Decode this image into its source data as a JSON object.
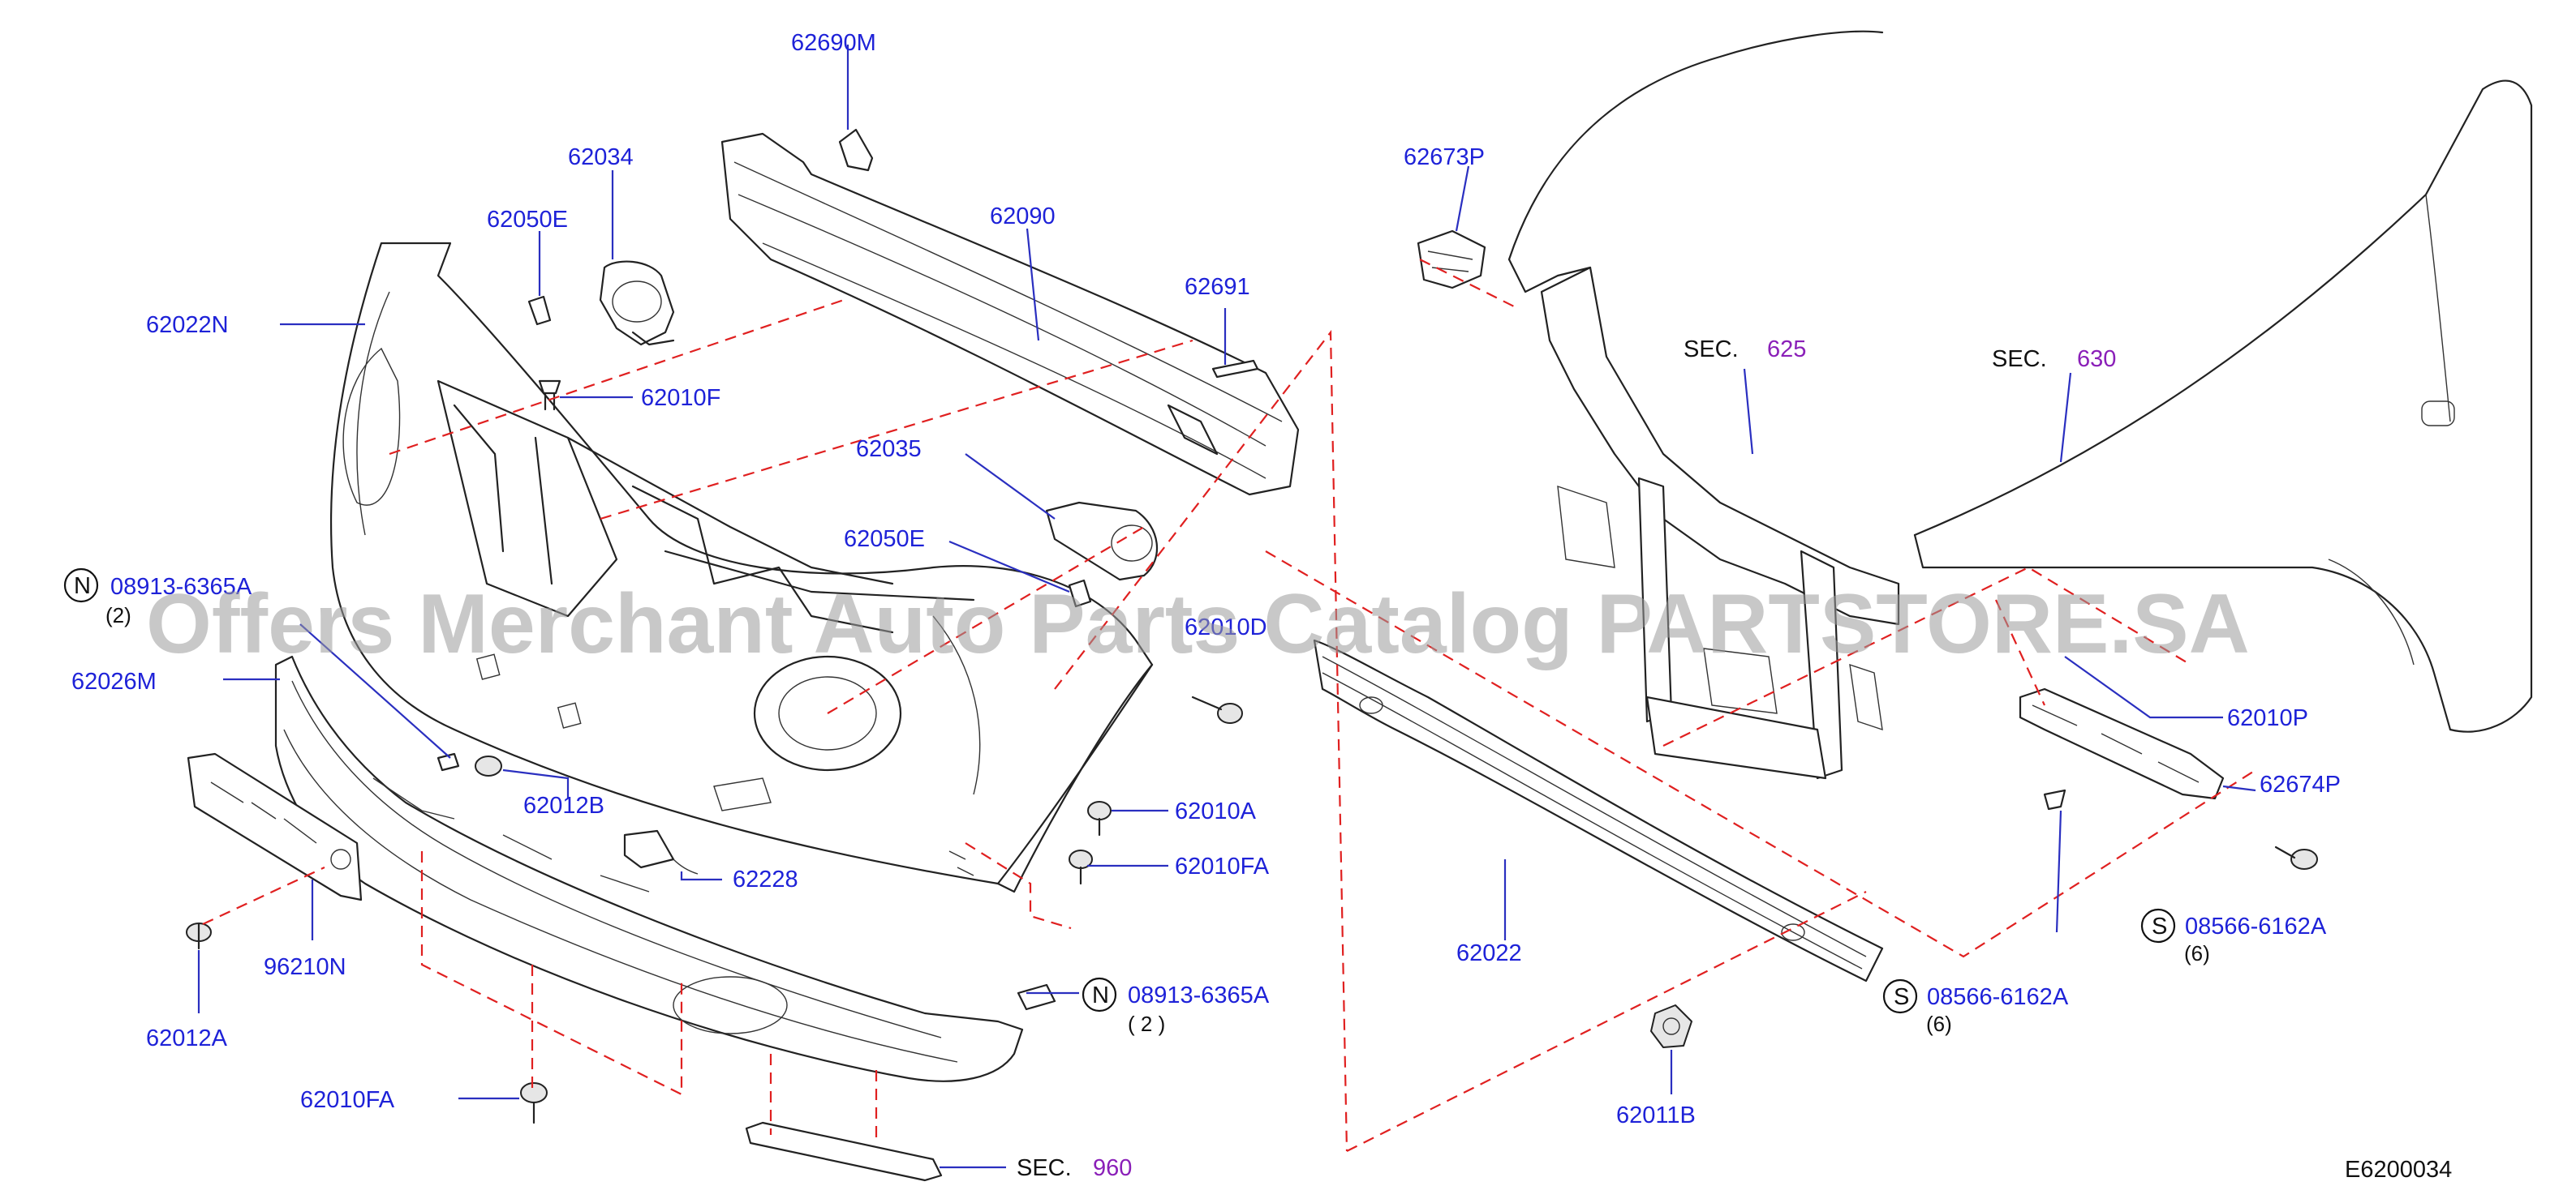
{
  "diagram_id": "E6200034",
  "watermark": "Offers Merchant Auto Parts Catalog PARTSTORE.SA",
  "labels": {
    "p62690M": "62690M",
    "p62034": "62034",
    "p62050E_a": "62050E",
    "p62090": "62090",
    "p62022N": "62022N",
    "p62691": "62691",
    "p62010F": "62010F",
    "p62035": "62035",
    "p62050E_b": "62050E",
    "p08913_6365A_a": "08913-6365A",
    "qty_a": "(2)",
    "p62026M": "62026M",
    "p62010D": "62010D",
    "p62012B": "62012B",
    "p62010A": "62010A",
    "p62010FA_a": "62010FA",
    "p62228": "62228",
    "p96210N": "96210N",
    "p62012A": "62012A",
    "p08913_6365A_b": "08913-6365A",
    "qty_b": "( 2 )",
    "p62010FA_b": "62010FA",
    "sec960_prefix": "SEC.",
    "sec960_num": "960",
    "p62673P": "62673P",
    "sec625_prefix": "SEC.",
    "sec625_num": "625",
    "sec630_prefix": "SEC.",
    "sec630_num": "630",
    "p62010P": "62010P",
    "p62674P": "62674P",
    "p08566_6162A_a": "08566-6162A",
    "qty_c": "(6)",
    "p62022": "62022",
    "p08566_6162A_b": "08566-6162A",
    "qty_d": "(6)",
    "p62011B": "62011B"
  },
  "badges": {
    "n": "N",
    "s": "S"
  },
  "colors": {
    "label_blue": "#1e22d8",
    "section_purple": "#8a1fb8",
    "guide_red": "#e02020"
  }
}
